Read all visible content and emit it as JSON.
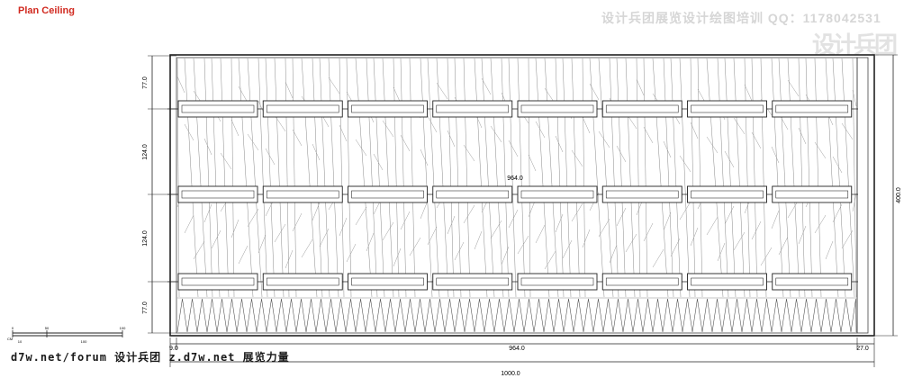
{
  "drawing": {
    "title": "Plan Ceiling",
    "watermark_top": "设计兵团展览设计绘图培训 QQ：1178042531",
    "watermark_logo": "设计兵团",
    "watermark_bottom": "d7w.net/forum 设计兵团 z.d7w.net 展览力量"
  },
  "dimensions": {
    "left_stack": [
      "77.0",
      "124.0",
      "124.0",
      "77.0"
    ],
    "inner_width": "964.0",
    "overall_height": "400.0",
    "bottom_left": "9.0",
    "bottom_main": "964.0",
    "bottom_right": "27.0",
    "overall_width": "1000.0"
  },
  "scale_bar": {
    "unit": "CM",
    "top_ticks": [
      "0",
      "50",
      "100"
    ],
    "bottom_ticks": [
      "10",
      "100"
    ]
  },
  "colors": {
    "title": "#d12a20",
    "line": "#222222",
    "hatch": "#8a8a8a",
    "watermark": "#d6d6d6"
  }
}
